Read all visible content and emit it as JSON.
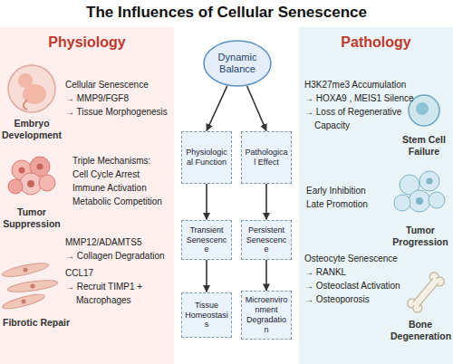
{
  "diagram": {
    "title": "The Influences of Cellular Senescence",
    "nodes": [
      {
        "text": [
          "Physiology"
        ]
      },
      {
        "text": [
          "Pathology"
        ]
      },
      {
        "text": [
          "Dynamic Balance"
        ]
      },
      {
        "text": [
          "Physiological Function"
        ]
      },
      {
        "text": [
          "Pathological Effect"
        ]
      },
      {
        "text": [
          "Transient Senescence"
        ]
      },
      {
        "text": [
          "Persistent Senescence"
        ]
      },
      {
        "text": [
          "Tissue Homeostasis"
        ]
      },
      {
        "text": [
          "Microenvironment Degradation"
        ]
      }
    ],
    "edges": [
      {
        "from": 2,
        "to": 3,
        "arrow": "to"
      },
      {
        "from": 2,
        "to": 4,
        "arrow": "to"
      },
      {
        "from": 3,
        "to": 5,
        "arrow": "to"
      },
      {
        "from": 4,
        "to": 6,
        "arrow": "to"
      },
      {
        "from": 5,
        "to": 7,
        "arrow": "to"
      },
      {
        "from": 6,
        "to": 8,
        "arrow": "to"
      }
    ],
    "labels": [
      "Embryo Development",
      "Cellular Senescence",
      "→ MMP9/FGF8",
      "→ Tissue Morphogenesis",
      "Tumor Suppression",
      "Triple Mechanisms:",
      "Cell Cycle Arrest",
      "Immune Activation",
      "Metabolic Competition",
      "MMP12/ADAMTS5",
      "→ Collagen Degradation",
      "CCL17",
      "→ Recruit TIMP1 +",
      "Macrophages",
      "Fibrotic Repair",
      "H3K27me3 Accumulation",
      "→ HOXA9 , MEIS1 Silence",
      "→ Loss of Regenerative",
      "Capacity",
      "Stem Cell Failure",
      "Early Inhibition",
      "Late Promotion",
      "Tumor Progression",
      "Osteocyte Senescence",
      "→ RANKL",
      "→ Osteoclast Activation",
      "→ Osteoporosis",
      "Bone Degeneration"
    ]
  }
}
